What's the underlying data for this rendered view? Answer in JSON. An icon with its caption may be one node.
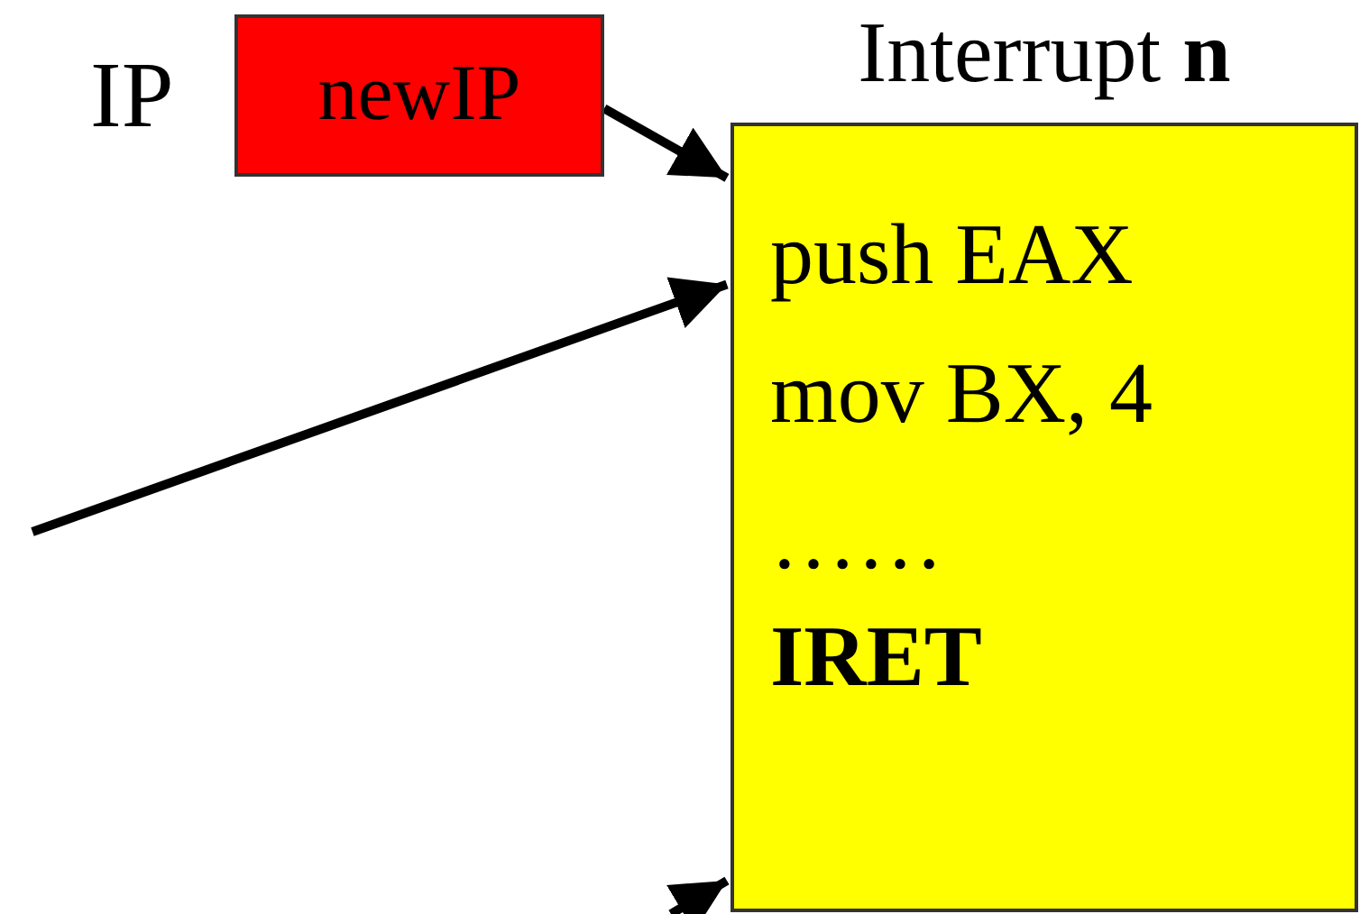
{
  "diagram": {
    "nodes": [
      {
        "text": [
          "newIP"
        ],
        "beside": [
          "IP"
        ]
      },
      {
        "text": [
          "Interrupt **n**",
          "push EAX",
          "mov BX, 4",
          "……",
          "IRET"
        ]
      }
    ],
    "edges": [
      {
        "from": 0,
        "to": 1,
        "arrow": "to"
      },
      {
        "from": null,
        "to": 1,
        "arrow": "to"
      },
      {
        "from": null,
        "to": 1,
        "arrow": "to"
      }
    ]
  }
}
